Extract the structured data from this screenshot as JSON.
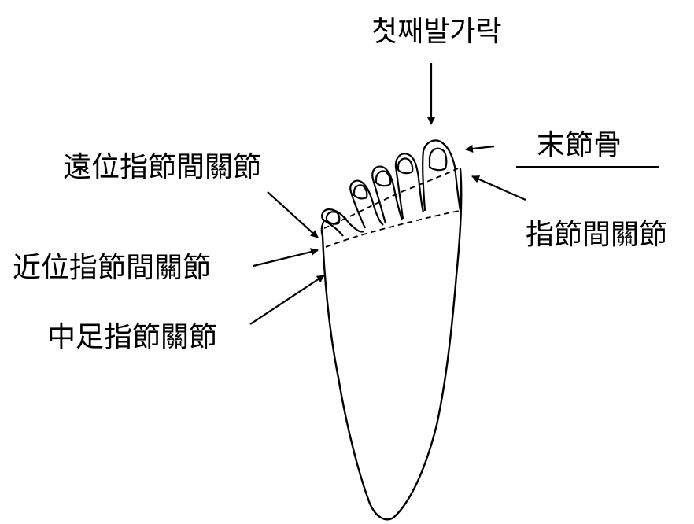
{
  "labels": {
    "big_toe": "첫째발가락",
    "distal_phalanx": "末節骨",
    "interphalangeal_joint": "指節間關節",
    "distal_interphalangeal_joint": "遠位指節間關節",
    "proximal_interphalangeal_joint": "近位指節間關節",
    "metatarsophalangeal_joint": "中足指節關節"
  },
  "colors": {
    "ink": "#000000",
    "background": "#ffffff"
  }
}
